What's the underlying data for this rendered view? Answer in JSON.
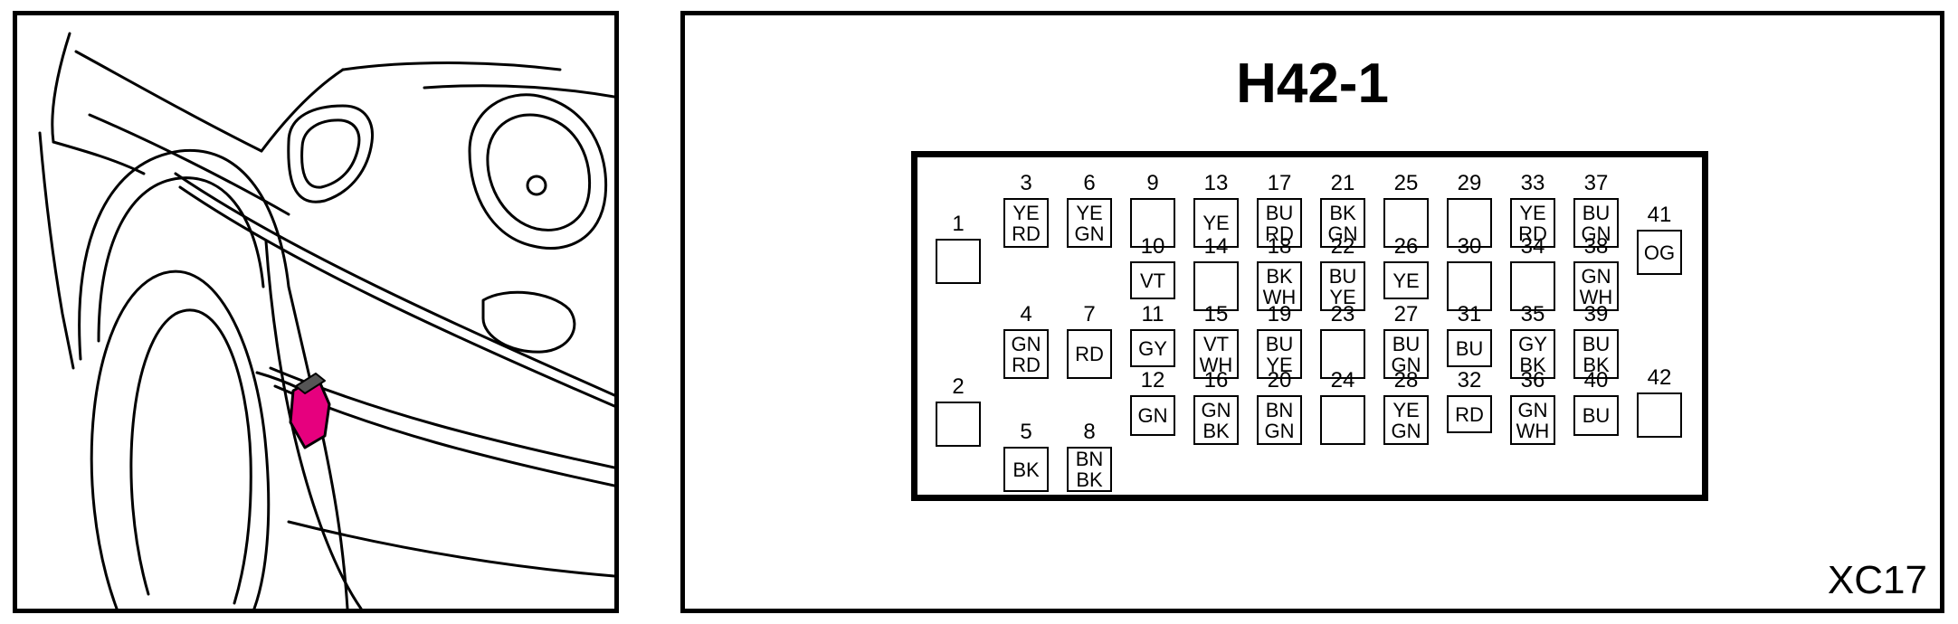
{
  "connector": {
    "title": "H42-1",
    "corner_code": "XC17",
    "highlight_color": "#e6007e",
    "pins": [
      {
        "n": "1",
        "c": []
      },
      {
        "n": "2",
        "c": []
      },
      {
        "n": "3",
        "c": [
          "YE",
          "RD"
        ]
      },
      {
        "n": "4",
        "c": [
          "GN",
          "RD"
        ]
      },
      {
        "n": "5",
        "c": [
          "BK"
        ]
      },
      {
        "n": "6",
        "c": [
          "YE",
          "GN"
        ]
      },
      {
        "n": "7",
        "c": [
          "RD"
        ]
      },
      {
        "n": "8",
        "c": [
          "BN",
          "BK"
        ]
      },
      {
        "n": "9",
        "c": []
      },
      {
        "n": "10",
        "c": [
          "VT"
        ]
      },
      {
        "n": "11",
        "c": [
          "GY"
        ]
      },
      {
        "n": "12",
        "c": [
          "GN"
        ]
      },
      {
        "n": "13",
        "c": [
          "YE"
        ]
      },
      {
        "n": "14",
        "c": []
      },
      {
        "n": "15",
        "c": [
          "VT",
          "WH"
        ]
      },
      {
        "n": "16",
        "c": [
          "GN",
          "BK"
        ]
      },
      {
        "n": "17",
        "c": [
          "BU",
          "RD"
        ]
      },
      {
        "n": "18",
        "c": [
          "BK",
          "WH"
        ]
      },
      {
        "n": "19",
        "c": [
          "BU",
          "YE"
        ]
      },
      {
        "n": "20",
        "c": [
          "BN",
          "GN"
        ]
      },
      {
        "n": "21",
        "c": [
          "BK",
          "GN"
        ]
      },
      {
        "n": "22",
        "c": [
          "BU",
          "YE"
        ]
      },
      {
        "n": "23",
        "c": []
      },
      {
        "n": "24",
        "c": []
      },
      {
        "n": "25",
        "c": []
      },
      {
        "n": "26",
        "c": [
          "YE"
        ]
      },
      {
        "n": "27",
        "c": [
          "BU",
          "GN"
        ]
      },
      {
        "n": "28",
        "c": [
          "YE",
          "GN"
        ]
      },
      {
        "n": "29",
        "c": []
      },
      {
        "n": "30",
        "c": []
      },
      {
        "n": "31",
        "c": [
          "BU"
        ]
      },
      {
        "n": "32",
        "c": [
          "RD"
        ]
      },
      {
        "n": "33",
        "c": [
          "YE",
          "RD"
        ]
      },
      {
        "n": "34",
        "c": []
      },
      {
        "n": "35",
        "c": [
          "GY",
          "BK"
        ]
      },
      {
        "n": "36",
        "c": [
          "GN",
          "WH"
        ]
      },
      {
        "n": "37",
        "c": [
          "BU",
          "GN"
        ]
      },
      {
        "n": "38",
        "c": [
          "GN",
          "WH"
        ]
      },
      {
        "n": "39",
        "c": [
          "BU",
          "BK"
        ]
      },
      {
        "n": "40",
        "c": [
          "BU"
        ]
      },
      {
        "n": "41",
        "c": [
          "OG"
        ]
      },
      {
        "n": "42",
        "c": []
      }
    ]
  }
}
